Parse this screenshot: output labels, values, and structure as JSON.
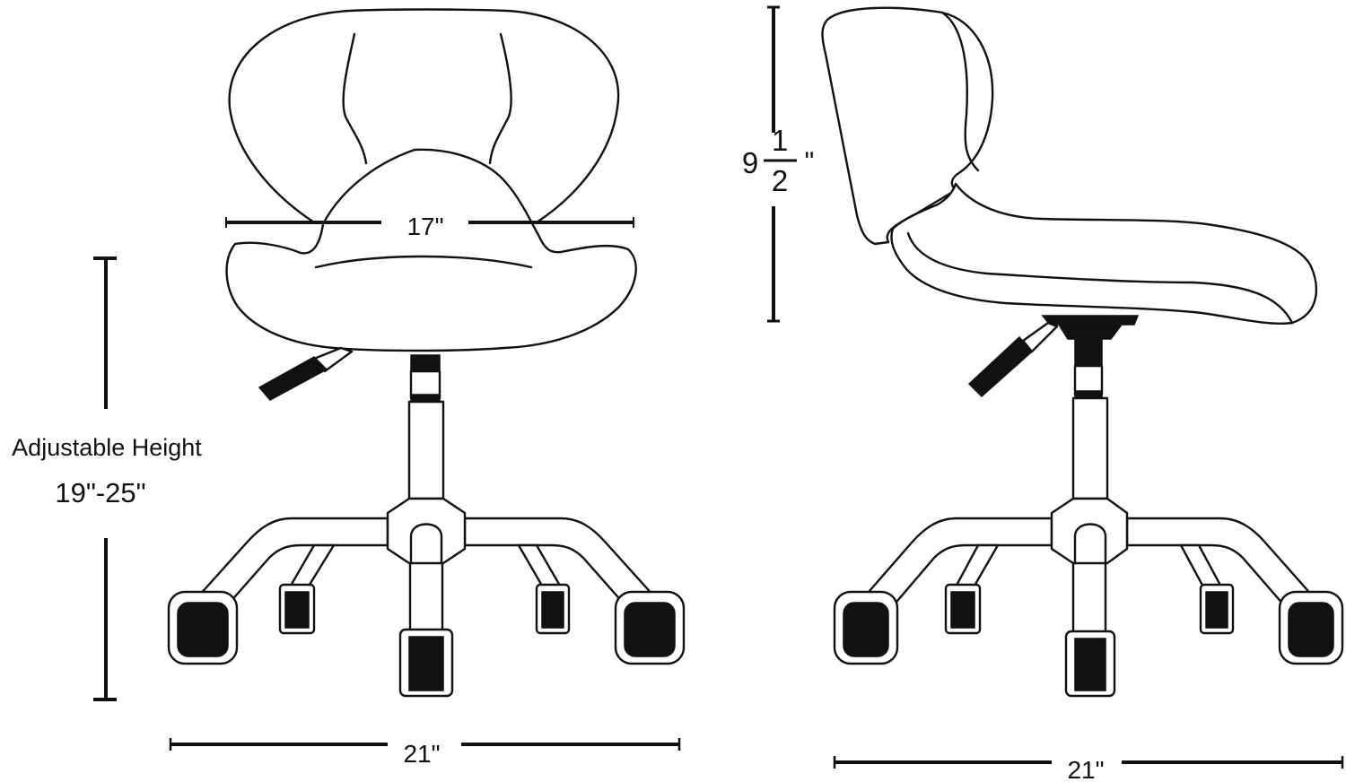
{
  "dimensions": {
    "seat_width": "17\"",
    "base_width_front": "21\"",
    "base_width_side": "21\"",
    "height_label": "Adjustable Height",
    "height_range": "19\"-25\"",
    "backrest_whole": "9",
    "backrest_numerator": "1",
    "backrest_denominator": "2",
    "backrest_unit": "\""
  },
  "colors": {
    "ink": "#111111",
    "background": "#ffffff"
  }
}
